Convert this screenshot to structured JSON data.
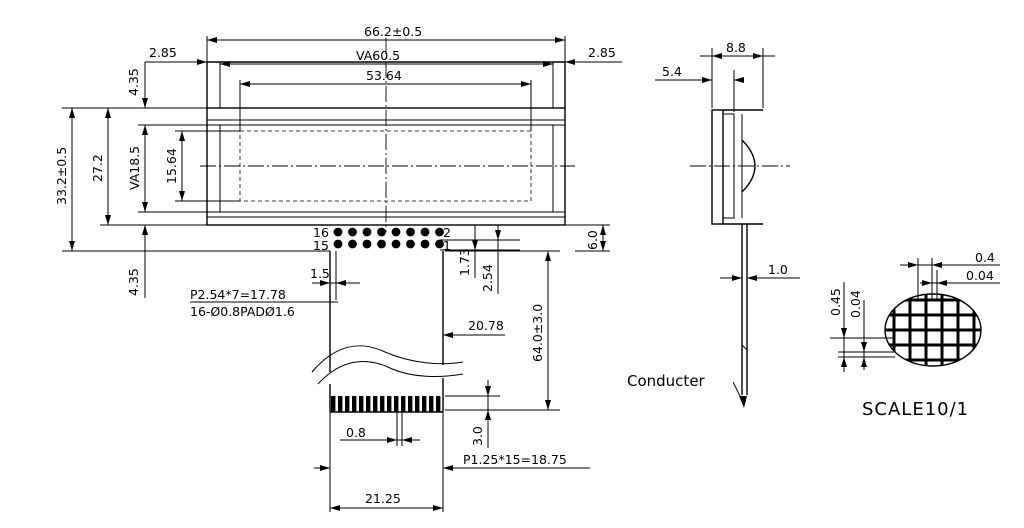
{
  "front_view": {
    "outline_width": "66.2±0.5",
    "va_width": "VA60.5",
    "aa_width": "53.64",
    "left_margin": "2.85",
    "right_margin": "2.85",
    "top_offset": "4.35",
    "bottom_offset": "4.35",
    "outline_height": "33.2±0.5",
    "inner_height": "27.2",
    "va_height": "VA18.5",
    "aa_height": "15.64"
  },
  "pin_header": {
    "pin_label_16": "16",
    "pin_label_15": "15",
    "pin_label_2": "2",
    "pin_label_1": "1",
    "pin_offset": "1.5",
    "pitch_formula": "P2.54*7=17.78",
    "pad_spec": "16-Ø0.8PADØ1.6",
    "row_pitch": "2.54",
    "row_offset": "1.73",
    "edge_distance": "6.0"
  },
  "fpc": {
    "cable_width": "20.78",
    "cable_length": "64.0±3.0",
    "finger_width": "0.8",
    "finger_length": "3.0",
    "finger_pitch": "P1.25*15=18.75",
    "total_width": "21.25"
  },
  "side_view": {
    "overall_thickness": "8.8",
    "panel_thickness": "5.4",
    "fpc_thickness": "1.0",
    "conductor_label": "Conducter"
  },
  "detail_view": {
    "spacing_a": "0.4",
    "spacing_b": "0.04",
    "height_a": "0.45",
    "height_b": "0.04",
    "scale_label": "SCALE10/1"
  }
}
